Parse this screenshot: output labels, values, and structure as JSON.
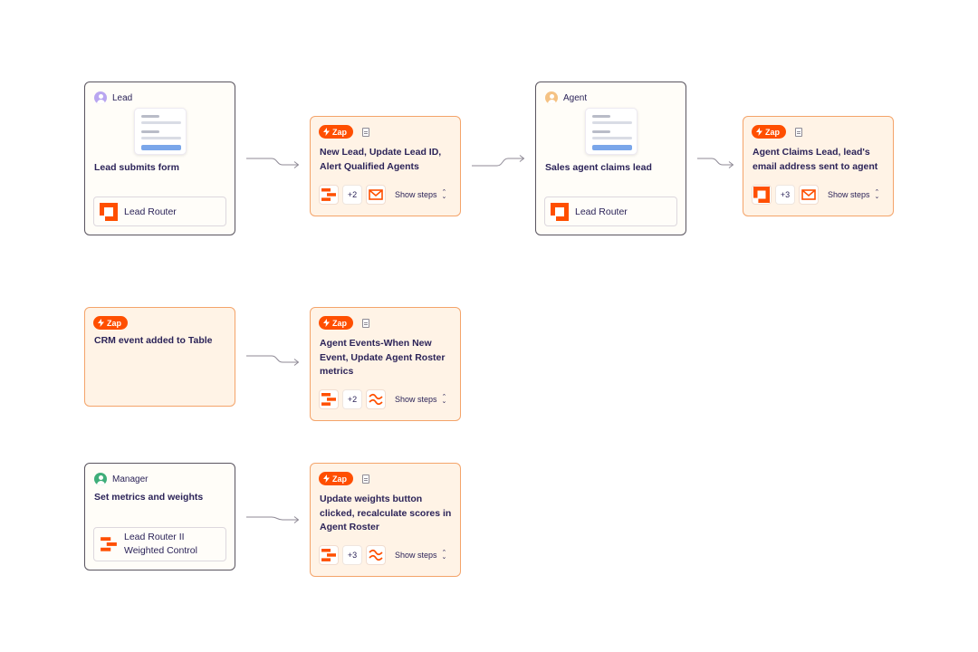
{
  "colors": {
    "zapier_orange": "#ff4f00",
    "zap_card_bg": "#fff3e6",
    "zap_card_border": "#f4a46a",
    "user_card_border": "#5a5560",
    "text": "#2b2358",
    "lead_avatar": "#b9a6f0",
    "agent_avatar": "#f5c283",
    "manager_avatar": "#3fae7a"
  },
  "row1": {
    "lead_card": {
      "role": "Lead",
      "role_icon": "user-avatar-icon",
      "title": "Lead submits form",
      "app": "Lead Router",
      "app_icon": "lead-router-icon"
    },
    "zap1": {
      "badge": "Zap",
      "title": "New Lead, Update Lead ID, Alert Qualified Agents",
      "extra_steps": "+2",
      "show_steps": "Show steps",
      "first_app_icon": "lead-router-stack-icon",
      "last_app_icon": "email-icon"
    },
    "agent_card": {
      "role": "Agent",
      "role_icon": "user-avatar-icon",
      "title": "Sales agent claims lead",
      "app": "Lead Router",
      "app_icon": "lead-router-icon"
    },
    "zap2": {
      "badge": "Zap",
      "title": "Agent Claims Lead, lead's email address sent to agent",
      "extra_steps": "+3",
      "show_steps": "Show steps",
      "first_app_icon": "lead-router-icon",
      "last_app_icon": "email-icon"
    }
  },
  "row2": {
    "trigger_zap": {
      "badge": "Zap",
      "title": "CRM event added to Table"
    },
    "zap3": {
      "badge": "Zap",
      "title": "Agent Events-When New Event, Update Agent Roster metrics",
      "extra_steps": "+2",
      "show_steps": "Show steps",
      "first_app_icon": "lead-router-stack-icon",
      "last_app_icon": "formatter-icon"
    }
  },
  "row3": {
    "manager_card": {
      "role": "Manager",
      "role_icon": "user-avatar-icon",
      "title": "Set metrics and weights",
      "app": "Lead Router II Weighted Control",
      "app_icon": "lead-router-stack-icon"
    },
    "zap4": {
      "badge": "Zap",
      "title": "Update weights button clicked, recalculate scores in Agent Roster",
      "extra_steps": "+3",
      "show_steps": "Show steps",
      "first_app_icon": "lead-router-stack-icon",
      "last_app_icon": "formatter-icon"
    }
  }
}
